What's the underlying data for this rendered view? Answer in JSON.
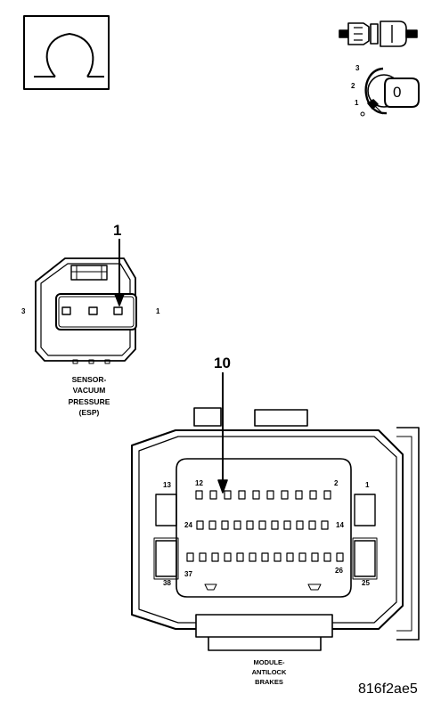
{
  "ohmmeter_symbol": {
    "icon": "ohm-symbol-icon"
  },
  "ignition": {
    "icon": "ignition-key-icon",
    "positions": [
      "3",
      "2",
      "1",
      "0"
    ],
    "key_position": "0"
  },
  "sensor_connector": {
    "callout": "1",
    "pin_left": "3",
    "pin_right": "1",
    "caption_lines": [
      "SENSOR-",
      "VACUUM",
      "PRESSURE",
      "(ESP)"
    ]
  },
  "abs_connector": {
    "callout": "10",
    "pins": {
      "top_left": "12",
      "top_right": "2",
      "middle_left": "24",
      "middle_right": "14",
      "bottom_left": "37",
      "bottom_right": "26",
      "outer_top_left": "13",
      "outer_top_right": "1",
      "outer_bottom_left": "38",
      "outer_bottom_right": "25"
    },
    "caption_lines": [
      "MODULE-",
      "ANTILOCK",
      "BRAKES"
    ]
  },
  "figure_code": "816f2ae5"
}
